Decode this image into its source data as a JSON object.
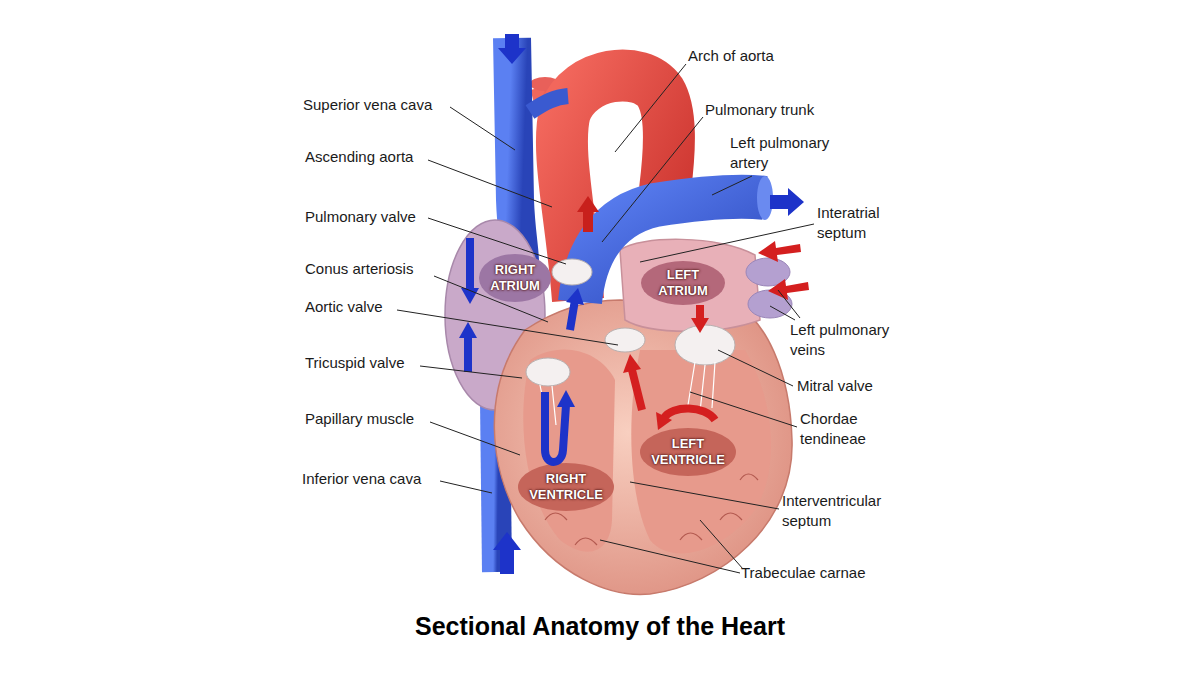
{
  "diagram": {
    "title": "Sectional Anatomy of the Heart",
    "labels": [
      "Arch of aorta",
      "Superior vena cava",
      "Pulmonary trunk",
      "Left pulmonary artery",
      "Ascending aorta",
      "Interatrial septum",
      "Pulmonary valve",
      "Conus arteriosis",
      "RIGHT ATRIUM",
      "LEFT ATRIUM",
      "Aortic valve",
      "Left pulmonary veins",
      "Tricuspid valve",
      "Mitral valve",
      "Papillary muscle",
      "Chordae tendineae",
      "LEFT VENTRICLE",
      "Inferior vena cava",
      "RIGHT VENTRICLE",
      "Interventricular septum",
      "Trabeculae carnae"
    ]
  }
}
